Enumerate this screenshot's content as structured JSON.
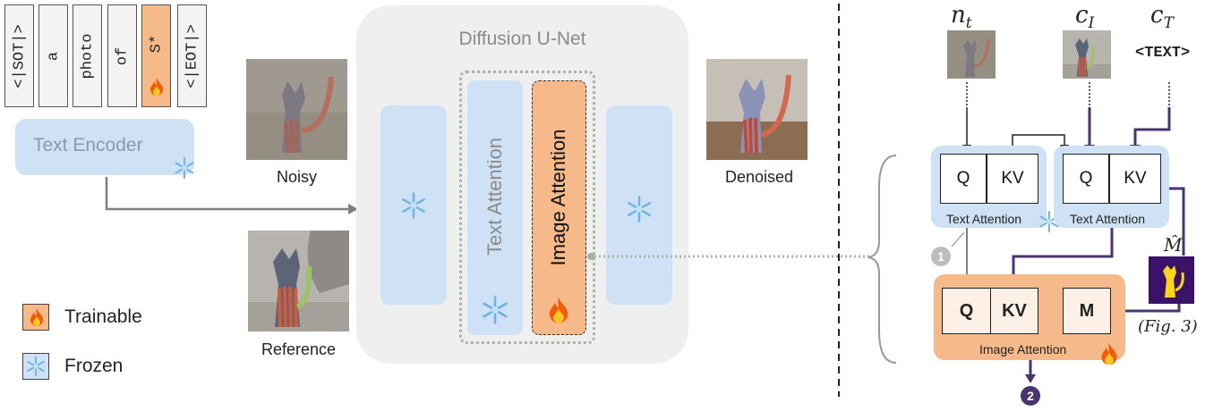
{
  "tokens": [
    "<|SOT|>",
    "a",
    "photo",
    "of",
    "S*",
    "<|EOT|>"
  ],
  "text_encoder": {
    "label": "Text Encoder"
  },
  "images": {
    "noisy": "Noisy",
    "reference": "Reference",
    "denoised": "Denoised"
  },
  "unet": {
    "title": "Diffusion U-Net",
    "text_attention": "Text Attention",
    "image_attention": "Image Attention"
  },
  "legend": {
    "trainable": "Trainable",
    "frozen": "Frozen"
  },
  "right": {
    "n_t": "n",
    "n_t_sub": "t",
    "c_i": "c",
    "c_i_sub": "I",
    "c_t": "c",
    "c_t_sub": "T",
    "text_token": "<TEXT>",
    "text_attn_1": {
      "q": "Q",
      "kv": "KV",
      "label": "Text Attention"
    },
    "text_attn_2": {
      "q": "Q",
      "kv": "KV",
      "label": "Text Attention"
    },
    "image_attn": {
      "q": "Q",
      "kv": "KV",
      "m": "M",
      "label": "Image Attention"
    },
    "m_hat": "M̂",
    "fig_ref": "(Fig. 3)",
    "step1": "1",
    "step2": "2"
  },
  "colors": {
    "trainable": "#f5b98a",
    "frozen": "#cfe2f5",
    "purple": "#4a3470",
    "gray": "#8c8c8c"
  }
}
